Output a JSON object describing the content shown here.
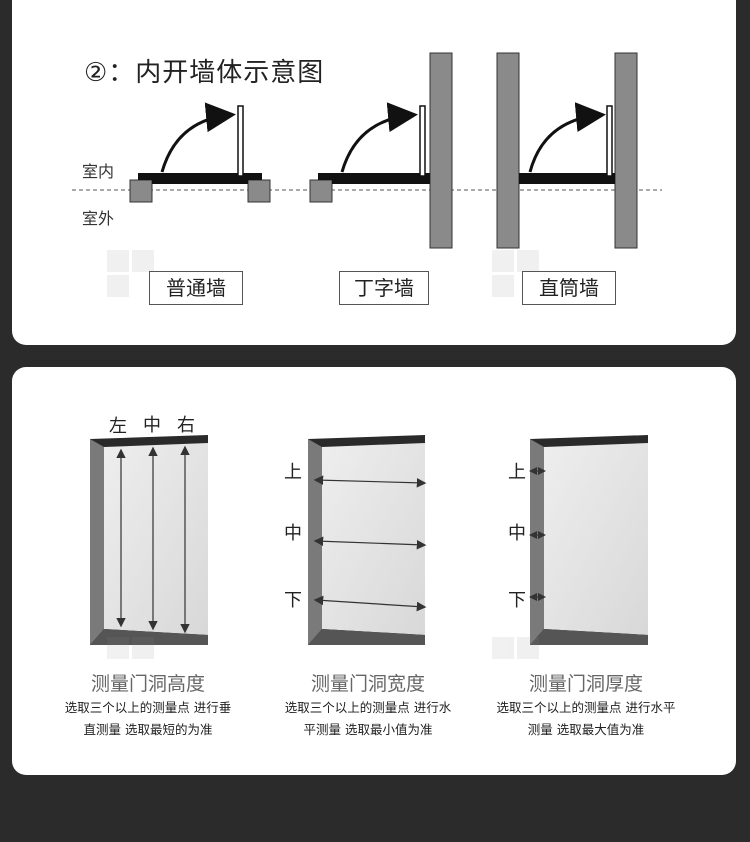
{
  "card1": {
    "title": "②：内开墙体示意图",
    "indoor_label": "室内",
    "outdoor_label": "室外",
    "wall_types": [
      "普通墙",
      "丁字墙",
      "直筒墙"
    ]
  },
  "card2": {
    "height_marks": [
      "左",
      "中",
      "右"
    ],
    "width_marks": [
      "上",
      "中",
      "下"
    ],
    "depth_marks": [
      "上",
      "中",
      "下"
    ],
    "captions": [
      {
        "title": "测量门洞高度",
        "line1": "选取三个以上的测量点  进行垂",
        "line2": "直测量  选取最短的为准"
      },
      {
        "title": "测量门洞宽度",
        "line1": "选取三个以上的测量点  进行水",
        "line2": "平测量  选取最小值为准"
      },
      {
        "title": "测量门洞厚度",
        "line1": "选取三个以上的测量点  进行水平",
        "line2": "测量  选取最大值为准"
      }
    ]
  },
  "colors": {
    "background": "#2b2b2b",
    "card": "#ffffff",
    "wall": "#8a8a8a"
  }
}
